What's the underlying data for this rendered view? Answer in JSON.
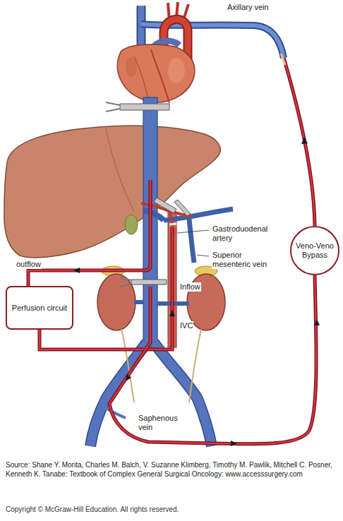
{
  "diagram": {
    "caption": "Source: Shane Y. Morita, Charles M. Balch, V. Suzanne Klimberg, Timothy M. Pawlik, Mitchell C. Posner, Kenneth K. Tanabe: Textbook of Complex General Surgical Oncology: www.accesssurgery.com",
    "nodes": [
      {
        "text": [
          "Perfusion circuit"
        ]
      },
      {
        "text": [
          "Veno-Veno Bypass"
        ]
      }
    ],
    "labels": [
      "Axillary vein",
      "Gastroduodenal artery",
      "Superior mesenteric vein",
      "outflow",
      "Inflow",
      "IVC",
      "Saphenous vein",
      "Copyright © McGraw-Hill Education. All rights reserved."
    ]
  }
}
